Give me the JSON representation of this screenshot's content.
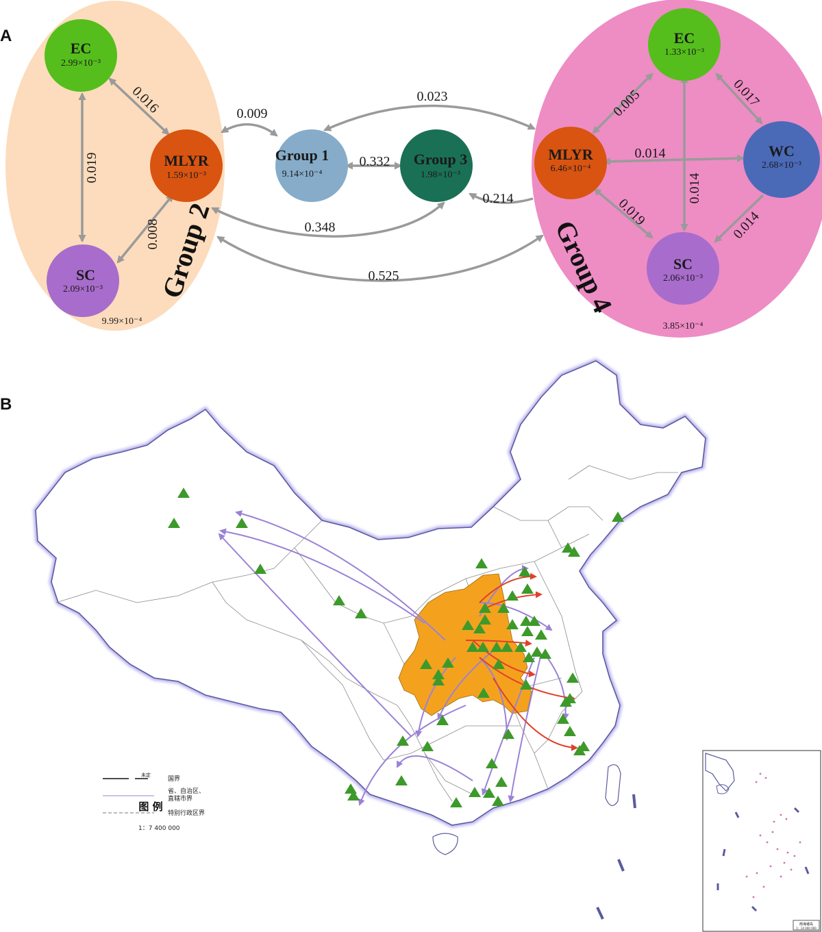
{
  "panel_a": {
    "label": "A",
    "left_group": {
      "label": "Group 2",
      "value": "9.99×10⁻⁴",
      "color": "#fcdcbc",
      "nodes": {
        "ec": {
          "name": "EC",
          "value": "2.99×10⁻³",
          "color": "#55be1c"
        },
        "mlyr": {
          "name": "MLYR",
          "value": "1.59×10⁻³",
          "color": "#d95410"
        },
        "sc": {
          "name": "SC",
          "value": "2.09×10⁻³",
          "color": "#a86ccc"
        }
      },
      "edges": {
        "ec_mlyr": "0.016",
        "ec_sc": "0.019",
        "sc_mlyr": "0.008"
      }
    },
    "middle": {
      "group1": {
        "name": "Group 1",
        "value": "9.14×10⁻⁴",
        "color": "#86acc9"
      },
      "group3": {
        "name": "Group 3",
        "value": "1.98×10⁻³",
        "color": "#1a7055"
      },
      "edges": {
        "g2_g1": "0.009",
        "g1_g3": "0.332",
        "g1_g4": "0.023",
        "g3_g4": "0.214",
        "g2_g3": "0.348",
        "g2_g4": "0.525"
      }
    },
    "right_group": {
      "label": "Group 4",
      "value": "3.85×10⁻⁴",
      "color": "#ee8cc4",
      "nodes": {
        "ec": {
          "name": "EC",
          "value": "1.33×10⁻³",
          "color": "#55be1c"
        },
        "mlyr": {
          "name": "MLYR",
          "value": "6.46×10⁻⁴",
          "color": "#d95410"
        },
        "wc": {
          "name": "WC",
          "value": "2.68×10⁻³",
          "color": "#4a6ab8"
        },
        "sc": {
          "name": "SC",
          "value": "2.06×10⁻³",
          "color": "#a86ccc"
        }
      },
      "edges": {
        "mlyr_ec": "0.005",
        "ec_wc": "0.017",
        "mlyr_wc": "0.014",
        "ec_sc": "0.014",
        "mlyr_sc": "0.019",
        "wc_sc": "0.014"
      }
    }
  },
  "panel_b": {
    "label": "B",
    "legend": {
      "title": "图   例",
      "undetermined": "未定",
      "national_boundary": "国界",
      "provincial_line1": "省、自治区、",
      "provincial_line2": "直辖市界",
      "sar_boundary": "特别行政区界",
      "scale": "1：7 400 000"
    },
    "inset_label": "南海诸岛",
    "inset_scale": "1：14 000 000",
    "colors": {
      "source_region": "#f4a21e",
      "site_marker": "#3d9a2a",
      "purple_arrow": "#9a82d6",
      "red_arrow": "#e0402a",
      "border_glow": "#b8b0ee"
    }
  }
}
